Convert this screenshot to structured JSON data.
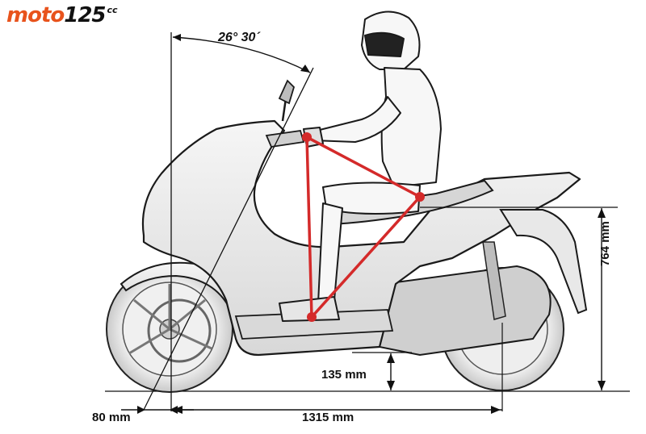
{
  "logo": {
    "brand": "moto",
    "number": "125",
    "suffix": "cc",
    "accent": "#e8531c"
  },
  "dimensions": {
    "lean_angle": "26° 30´",
    "seat_height": "764 mm",
    "ground_clearance": "135 mm",
    "front_offset": "80 mm",
    "wheelbase": "1315 mm"
  },
  "colors": {
    "triangle": "#d42a2a",
    "lines": "#111111",
    "body": "#e4e4e4",
    "outline": "#1a1a1a"
  }
}
